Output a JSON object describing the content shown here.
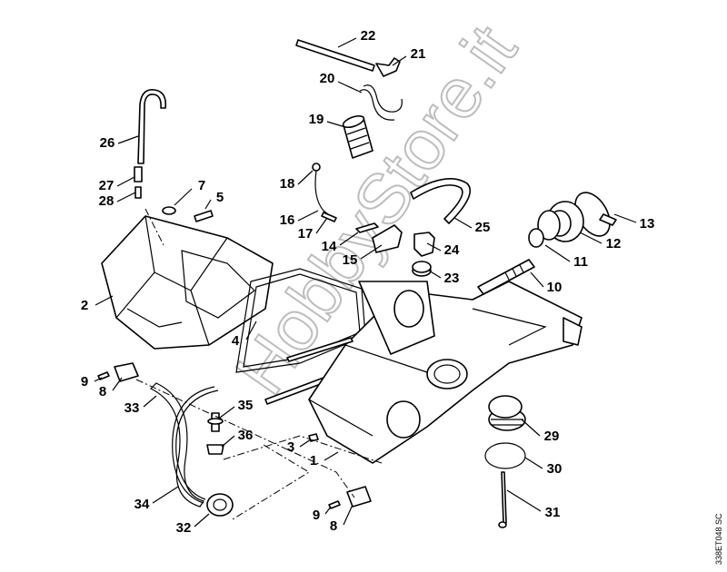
{
  "diagram": {
    "watermark": "HobbyStore.it",
    "drawing_code": "338ET048 SC",
    "callouts": [
      "22",
      "21",
      "20",
      "19",
      "26",
      "27",
      "28",
      "7",
      "5",
      "18",
      "16",
      "17",
      "14",
      "15",
      "24",
      "25",
      "13",
      "12",
      "11",
      "23",
      "10",
      "2",
      "4",
      "9",
      "8",
      "33",
      "35",
      "36",
      "3",
      "1",
      "29",
      "30",
      "31",
      "34",
      "32",
      "9",
      "8"
    ]
  }
}
